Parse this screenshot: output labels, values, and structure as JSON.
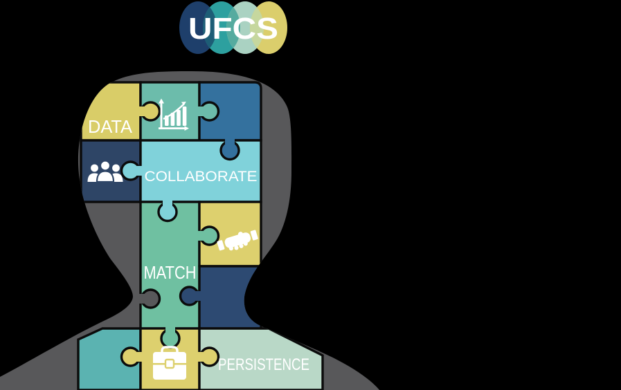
{
  "logo": {
    "text": "UFCS",
    "circle_colors": {
      "c1": "#1e3f6b",
      "c2": "#2da09f",
      "c3": "#aad2c2",
      "c4": "#dbce6c"
    },
    "overlap_colors": {
      "l12": "#1d5d76",
      "l23": "#55ab9f",
      "l34": "#c6d79e"
    }
  },
  "pieces": {
    "data": {
      "label": "DATA",
      "color": "#d9cd68"
    },
    "chart": {
      "color": "#6cbcab",
      "icon": "bar-chart"
    },
    "topright": {
      "color": "#34719e"
    },
    "people": {
      "color": "#2e4566",
      "icon": "people"
    },
    "collaborate": {
      "label": "COLLABORATE",
      "color": "#80d2da"
    },
    "match": {
      "label": "MATCH",
      "color": "#6fc0a1"
    },
    "handshake": {
      "color": "#ddd06e",
      "icon": "handshake"
    },
    "undernavy": {
      "color": "#2d4a72"
    },
    "shoulderteal": {
      "color": "#5bb3b1"
    },
    "briefcase": {
      "color": "#ddd06e",
      "icon": "briefcase"
    },
    "persistence": {
      "label": "PERSISTENCE",
      "color": "#b9d8c7"
    }
  },
  "colors": {
    "background": "#000000",
    "silhouette": "#58585a",
    "outline": "#0b0b0b",
    "icon": "#ffffff",
    "text": "#ffffff"
  }
}
